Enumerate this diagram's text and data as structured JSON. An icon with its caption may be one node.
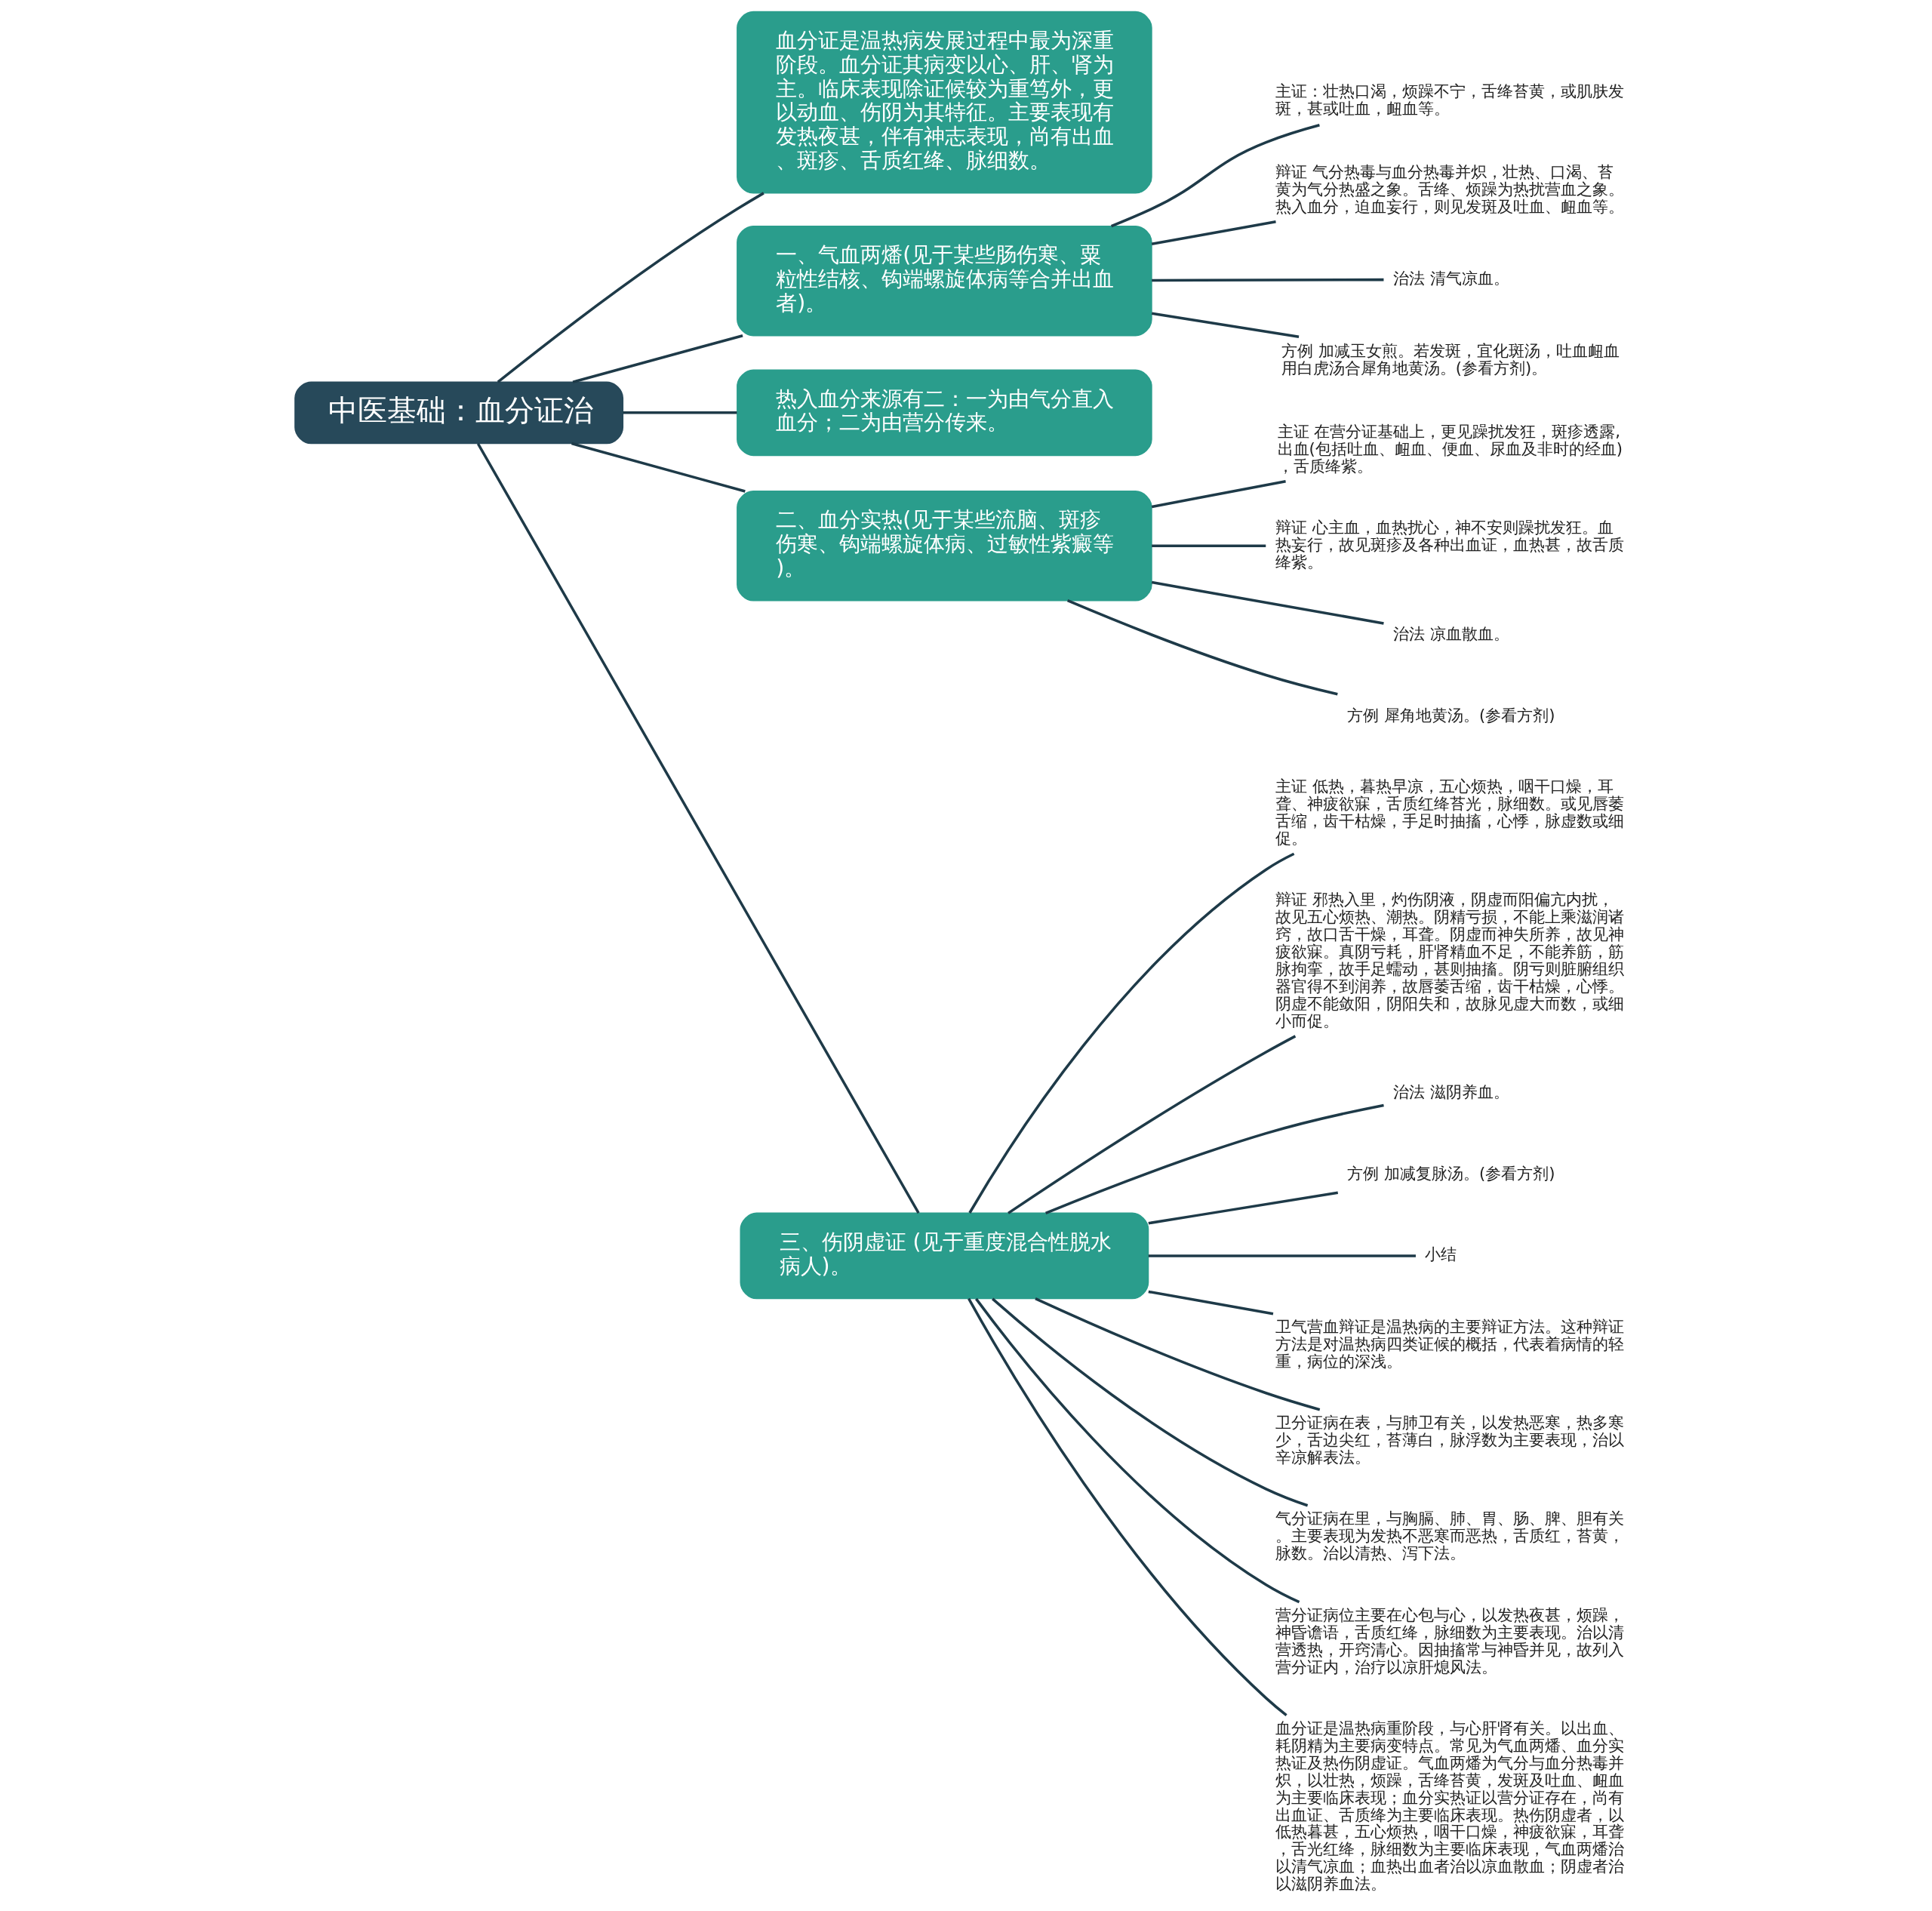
{
  "diagram": {
    "nodes": [
      {
        "text": [
          "中医基础：血分证治"
        ]
      },
      {
        "text": [
          "血分证是温热病发展过程中最为深重阶段。血分证其病变以心、肝、肾为主。临床表现除证候较为重笃外，更以动血、伤阴为其特征。主要表现有发热夜甚，伴有神志表现，尚有出血、斑疹、舌质红绛、脉细数。"
        ]
      },
      {
        "text": [
          "一、气血两燔(见于某些肠伤寒、粟粒性结核、钩端螺旋体病等合并出血者)。"
        ]
      },
      {
        "text": [
          "主证：壮热口渴，烦躁不宁，舌绛苔黄，或肌肤发斑，甚或吐血，衄血等。"
        ]
      },
      {
        "text": [
          "辩证 气分热毒与血分热毒并炽，壮热、口渴、苔黄为气分热盛之象。舌绛、烦躁为热扰营血之象。热入血分，迫血妄行，则见发斑及吐血、衄血等。"
        ]
      },
      {
        "text": [
          "治法 清气凉血。"
        ]
      },
      {
        "text": [
          "方例 加减玉女煎。若发斑，宜化斑汤，吐血衄血用白虎汤合犀角地黄汤。(参看方剂)。"
        ]
      },
      {
        "text": [
          "热入血分来源有二：一为由气分直入血分；二为由营分传来。"
        ]
      },
      {
        "text": [
          "二、血分实热(见于某些流脑、斑疹伤寒、钩端螺旋体病、过敏性紫癜等)。"
        ]
      },
      {
        "text": [
          "主证 在营分证基础上，更见躁扰发狂，斑疹透露,出血(包括吐血、衄血、便血、尿血及非时的经血)，舌质绛紫。"
        ]
      },
      {
        "text": [
          "辩证 心主血，血热扰心，神不安则躁扰发狂。血热妄行，故见斑疹及各种出血证，血热甚，故舌质绛紫。"
        ]
      },
      {
        "text": [
          "治法 凉血散血。"
        ]
      },
      {
        "text": [
          "方例 犀角地黄汤。(参看方剂)"
        ]
      },
      {
        "text": [
          "三、伤阴虚证 (见于重度混合性脱水病人)。"
        ]
      },
      {
        "text": [
          "主证 低热，暮热早凉，五心烦热，咽干口燥，耳聋、神疲欲寐，舌质红绛苔光，脉细数。或见唇萎舌缩，齿干枯燥，手足时抽搐，心悸，脉虚数或细促。"
        ]
      },
      {
        "text": [
          "辩证 邪热入里，灼伤阴液，阴虚而阳偏亢内扰，故见五心烦热、潮热。阴精亏损，不能上乘滋润诸窍，故口舌干燥，耳聋。阴虚而神失所养，故见神疲欲寐。真阴亏耗，肝肾精血不足，不能养筋，筋脉拘挛，故手足蠕动，甚则抽搐。阴亏则脏腑组织器官得不到润养，故唇萎舌缩，齿干枯燥，心悸。阴虚不能敛阳，阴阳失和，故脉见虚大而数，或细小而促。"
        ]
      },
      {
        "text": [
          "治法 滋阴养血。"
        ]
      },
      {
        "text": [
          "方例 加减复脉汤。(参看方剂)"
        ]
      },
      {
        "text": [
          "小结"
        ]
      },
      {
        "text": [
          "卫气营血辩证是温热病的主要辩证方法。这种辩证方法是对温热病四类证候的概括，代表着病情的轻重，病位的深浅。"
        ]
      },
      {
        "text": [
          "卫分证病在表，与肺卫有关，以发热恶寒，热多寒少，舌边尖红，苔薄白，脉浮数为主要表现，治以辛凉解表法。"
        ]
      },
      {
        "text": [
          "气分证病在里，与胸膈、肺、胃、肠、脾、胆有关。主要表现为发热不恶寒而恶热，舌质红，苔黄，脉数。治以清热、泻下法。"
        ]
      },
      {
        "text": [
          "营分证病位主要在心包与心，以发热夜甚，烦躁，神昏谵语，舌质红绛，脉细数为主要表现。治以清营透热，开窍清心。因抽搐常与神昏并见，故列入营分证内，治疗以凉肝熄风法。"
        ]
      },
      {
        "text": [
          "血分证是温热病重阶段，与心肝肾有关。以出血、耗阴精为主要病变特点。常见为气血两燔、血分实热证及热伤阴虚证。气血两燔为气分与血分热毒并炽，以壮热，烦躁，舌绛苔黄，发斑及吐血、衄血为主要临床表现；血分实热证以营分证存在，尚有出血证、舌质绛为主要临床表现。热伤阴虚者，以低热暮甚，五心烦热，咽干口燥，神疲欲寐，耳聋，舌光红绛，脉细数为主要临床表现，气血两燔治以清气凉血；血热出血者治以凉血散血；阴虚者治以滋阴养血法。"
        ]
      }
    ],
    "edges": [
      {
        "from": 0,
        "to": 1,
        "arrow": "none"
      },
      {
        "from": 0,
        "to": 2,
        "arrow": "none"
      },
      {
        "from": 2,
        "to": 3,
        "arrow": "none"
      },
      {
        "from": 2,
        "to": 4,
        "arrow": "none"
      },
      {
        "from": 2,
        "to": 5,
        "arrow": "none"
      },
      {
        "from": 2,
        "to": 6,
        "arrow": "none"
      },
      {
        "from": 0,
        "to": 7,
        "arrow": "none"
      },
      {
        "from": 0,
        "to": 8,
        "arrow": "none"
      },
      {
        "from": 8,
        "to": 9,
        "arrow": "none"
      },
      {
        "from": 8,
        "to": 10,
        "arrow": "none"
      },
      {
        "from": 8,
        "to": 11,
        "arrow": "none"
      },
      {
        "from": 8,
        "to": 12,
        "arrow": "none"
      },
      {
        "from": 0,
        "to": 13,
        "arrow": "none"
      },
      {
        "from": 13,
        "to": 14,
        "arrow": "none"
      },
      {
        "from": 13,
        "to": 15,
        "arrow": "none"
      },
      {
        "from": 13,
        "to": 16,
        "arrow": "none"
      },
      {
        "from": 13,
        "to": 17,
        "arrow": "none"
      },
      {
        "from": 13,
        "to": 18,
        "arrow": "none"
      },
      {
        "from": 13,
        "to": 19,
        "arrow": "none"
      },
      {
        "from": 13,
        "to": 20,
        "arrow": "none"
      },
      {
        "from": 13,
        "to": 21,
        "arrow": "none"
      },
      {
        "from": 13,
        "to": 22,
        "arrow": "none"
      },
      {
        "from": 13,
        "to": 23,
        "arrow": "none"
      }
    ]
  }
}
